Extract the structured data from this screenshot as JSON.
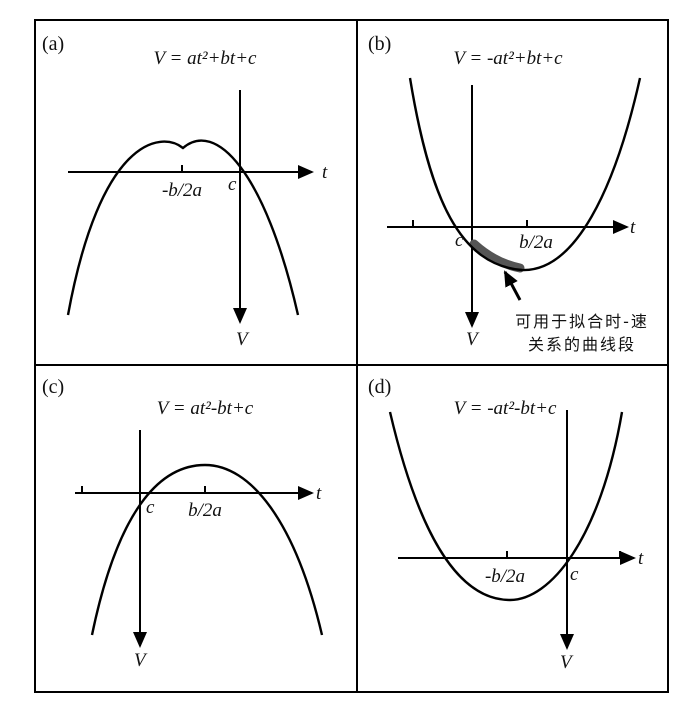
{
  "panels": [
    {
      "label": "(a)",
      "equation": "V = at²+bt+c",
      "vertex_label": "-b/2a",
      "intercept_label": "c",
      "t_axis": "t",
      "v_axis": "V"
    },
    {
      "label": "(b)",
      "equation": "V = -at²+bt+c",
      "vertex_label": "b/2a",
      "intercept_label": "c",
      "t_axis": "t",
      "v_axis": "V",
      "annotation": [
        "可用于拟合时-速",
        "关系的曲线段"
      ]
    },
    {
      "label": "(c)",
      "equation": "V = at²-bt+c",
      "vertex_label": "b/2a",
      "intercept_label": "c",
      "t_axis": "t",
      "v_axis": "V"
    },
    {
      "label": "(d)",
      "equation": "V = -at²-bt+c",
      "vertex_label": "-b/2a",
      "intercept_label": "c",
      "t_axis": "t",
      "v_axis": "V"
    }
  ]
}
